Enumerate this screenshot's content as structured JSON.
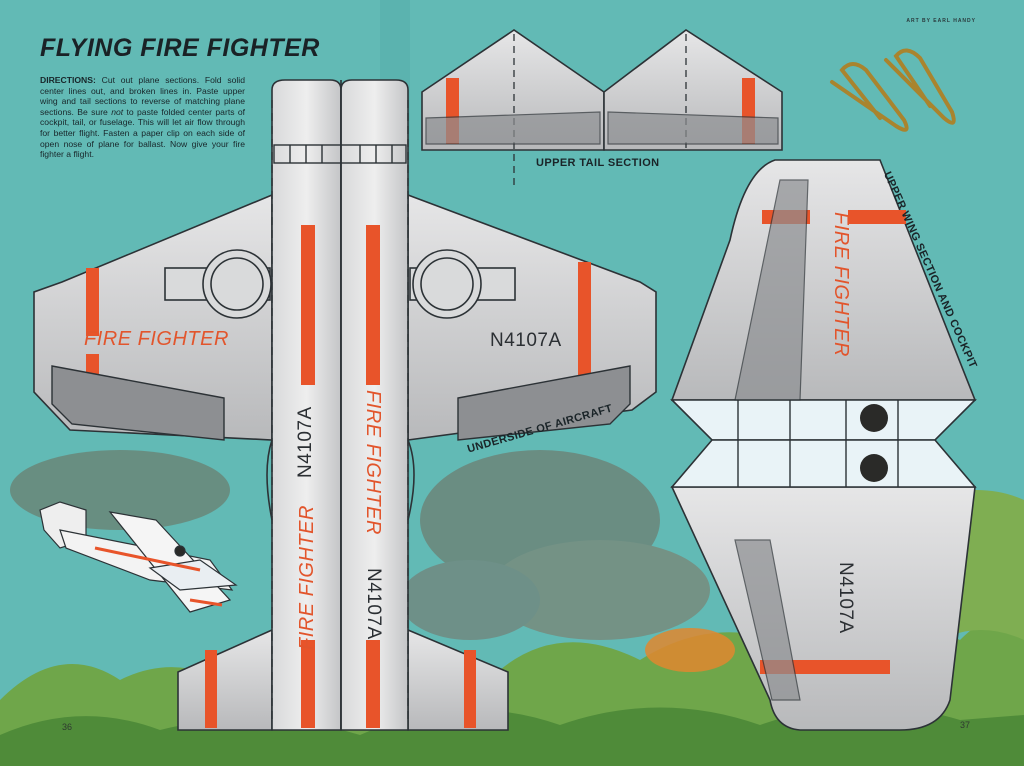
{
  "page": {
    "title": "FLYING FIRE FIGHTER",
    "credit": "ART BY EARL HANDY",
    "directions_heading": "DIRECTIONS:",
    "directions_body_1": "Cut out plane sections. Fold solid center lines out, and broken lines in. Paste upper wing and tail sections to reverse of matching plane sections. Be sure",
    "directions_not": "not",
    "directions_body_2": "to paste folded center parts of cockpit, tail, or fuselage. This will let air flow through for better flight. Fasten a paper clip on each side of open nose of plane for ballast. Now give your fire fighter a flight.",
    "left_page_number": "36",
    "right_page_number": "37"
  },
  "labels": {
    "upper_tail": "UPPER TAIL SECTION",
    "upper_wing": "UPPER WING SECTION AND COCKPIT",
    "underside": "UNDERSIDE OF AIRCRAFT"
  },
  "markings": {
    "fire_fighter": "FIRE FIGHTER",
    "registration": "N4107A"
  },
  "icons": {
    "paper_clip": "paper-clip-icon",
    "model_plane": "model-plane-illustration"
  },
  "colors": {
    "sky": "#5fb8b4",
    "stripe": "#e8542a",
    "plane_gray": "#c9cacb",
    "foliage": "#6fa64a"
  }
}
